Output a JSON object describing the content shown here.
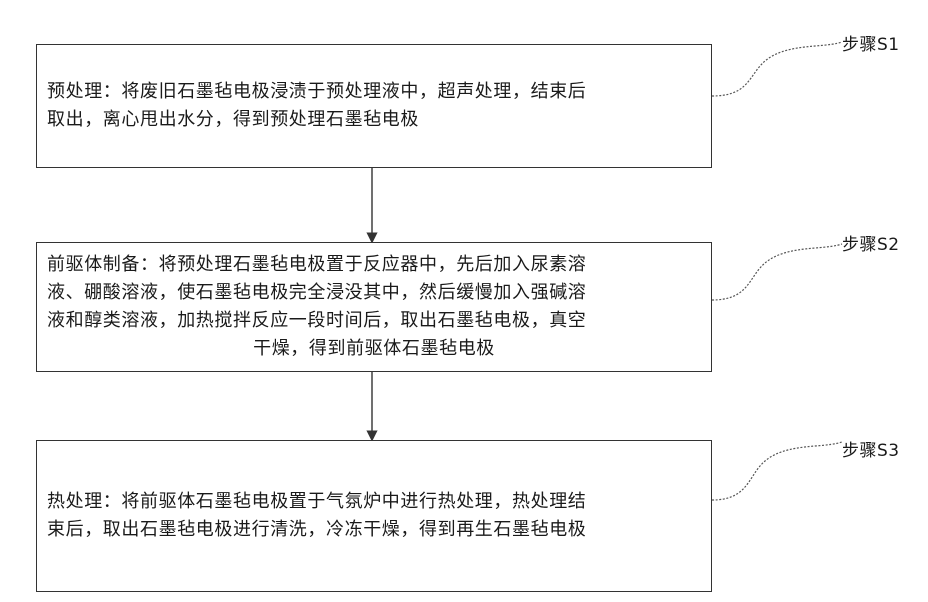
{
  "steps": [
    {
      "label": "步骤S1",
      "lines": [
        "预处理：将废旧石墨毡电极浸渍于预处理液中，超声处理，结束后",
        "取出，离心甩出水分，得到预处理石墨毡电极"
      ]
    },
    {
      "label": "步骤S2",
      "lines": [
        "前驱体制备：将预处理石墨毡电极置于反应器中，先后加入尿素溶",
        "液、硼酸溶液，使石墨毡电极完全浸没其中，然后缓慢加入强碱溶",
        "液和醇类溶液，加热搅拌反应一段时间后，取出石墨毡电极，真空",
        "干燥，得到前驱体石墨毡电极"
      ]
    },
    {
      "label": "步骤S3",
      "lines": [
        "热处理：将前驱体石墨毡电极置于气氛炉中进行热处理，热处理结",
        "束后，取出石墨毡电极进行清洗，冷冻干燥，得到再生石墨毡电极"
      ]
    }
  ]
}
